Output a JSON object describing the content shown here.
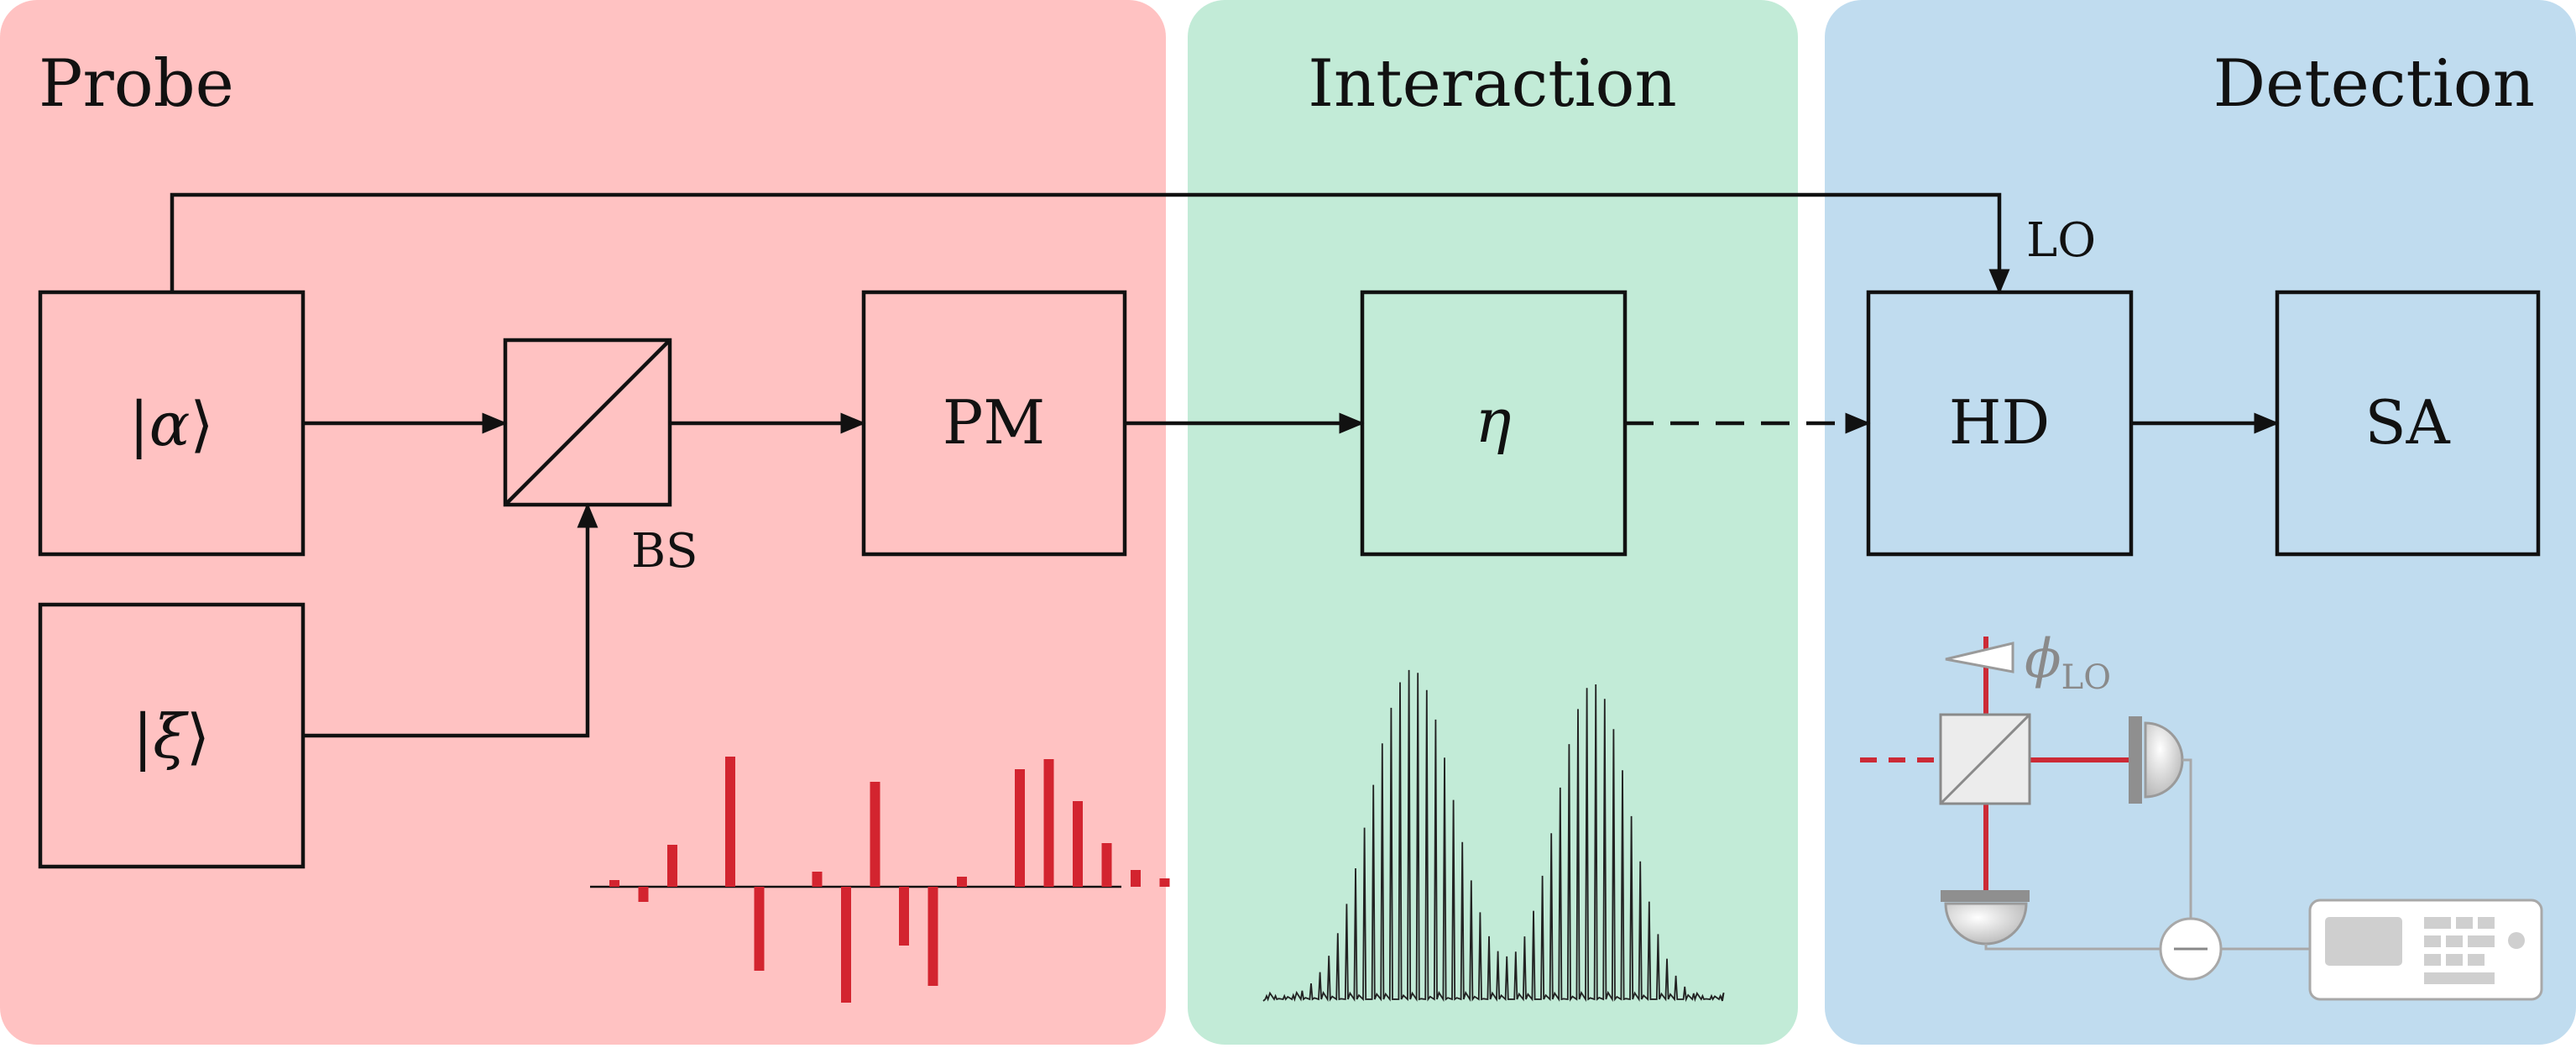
{
  "sections": {
    "probe": {
      "title": "Probe",
      "color": "#ffc2c2"
    },
    "interaction": {
      "title": "Interaction",
      "color": "#c2ebd7"
    },
    "detection": {
      "title": "Detection",
      "color": "#c0dcef"
    }
  },
  "blocks": {
    "coherent_state": {
      "label_open": "|",
      "symbol": "α",
      "label_close": "⟩"
    },
    "squeezed_state": {
      "label_open": "|",
      "symbol": "ξ",
      "label_close": "⟩"
    },
    "beam_splitter": {
      "label": "BS"
    },
    "phase_modulator": {
      "label": "PM"
    },
    "loss": {
      "label": "η"
    },
    "homodyne": {
      "label": "HD"
    },
    "spectrum_analyzer": {
      "label": "SA"
    }
  },
  "local_oscillator": {
    "label": "LO"
  },
  "lo_phase": {
    "symbol": "ϕ",
    "subscript": "LO"
  },
  "colors": {
    "ink": "#111111",
    "bar_red": "#d3242f",
    "optics_red": "#cc2a36",
    "gray": "#9a9a9a"
  },
  "icons": {
    "probe_inset": "signed-bar-histogram",
    "interaction_inset": "spectrum-peaks-plot",
    "detection_inset": "homodyne-setup-illustration"
  }
}
